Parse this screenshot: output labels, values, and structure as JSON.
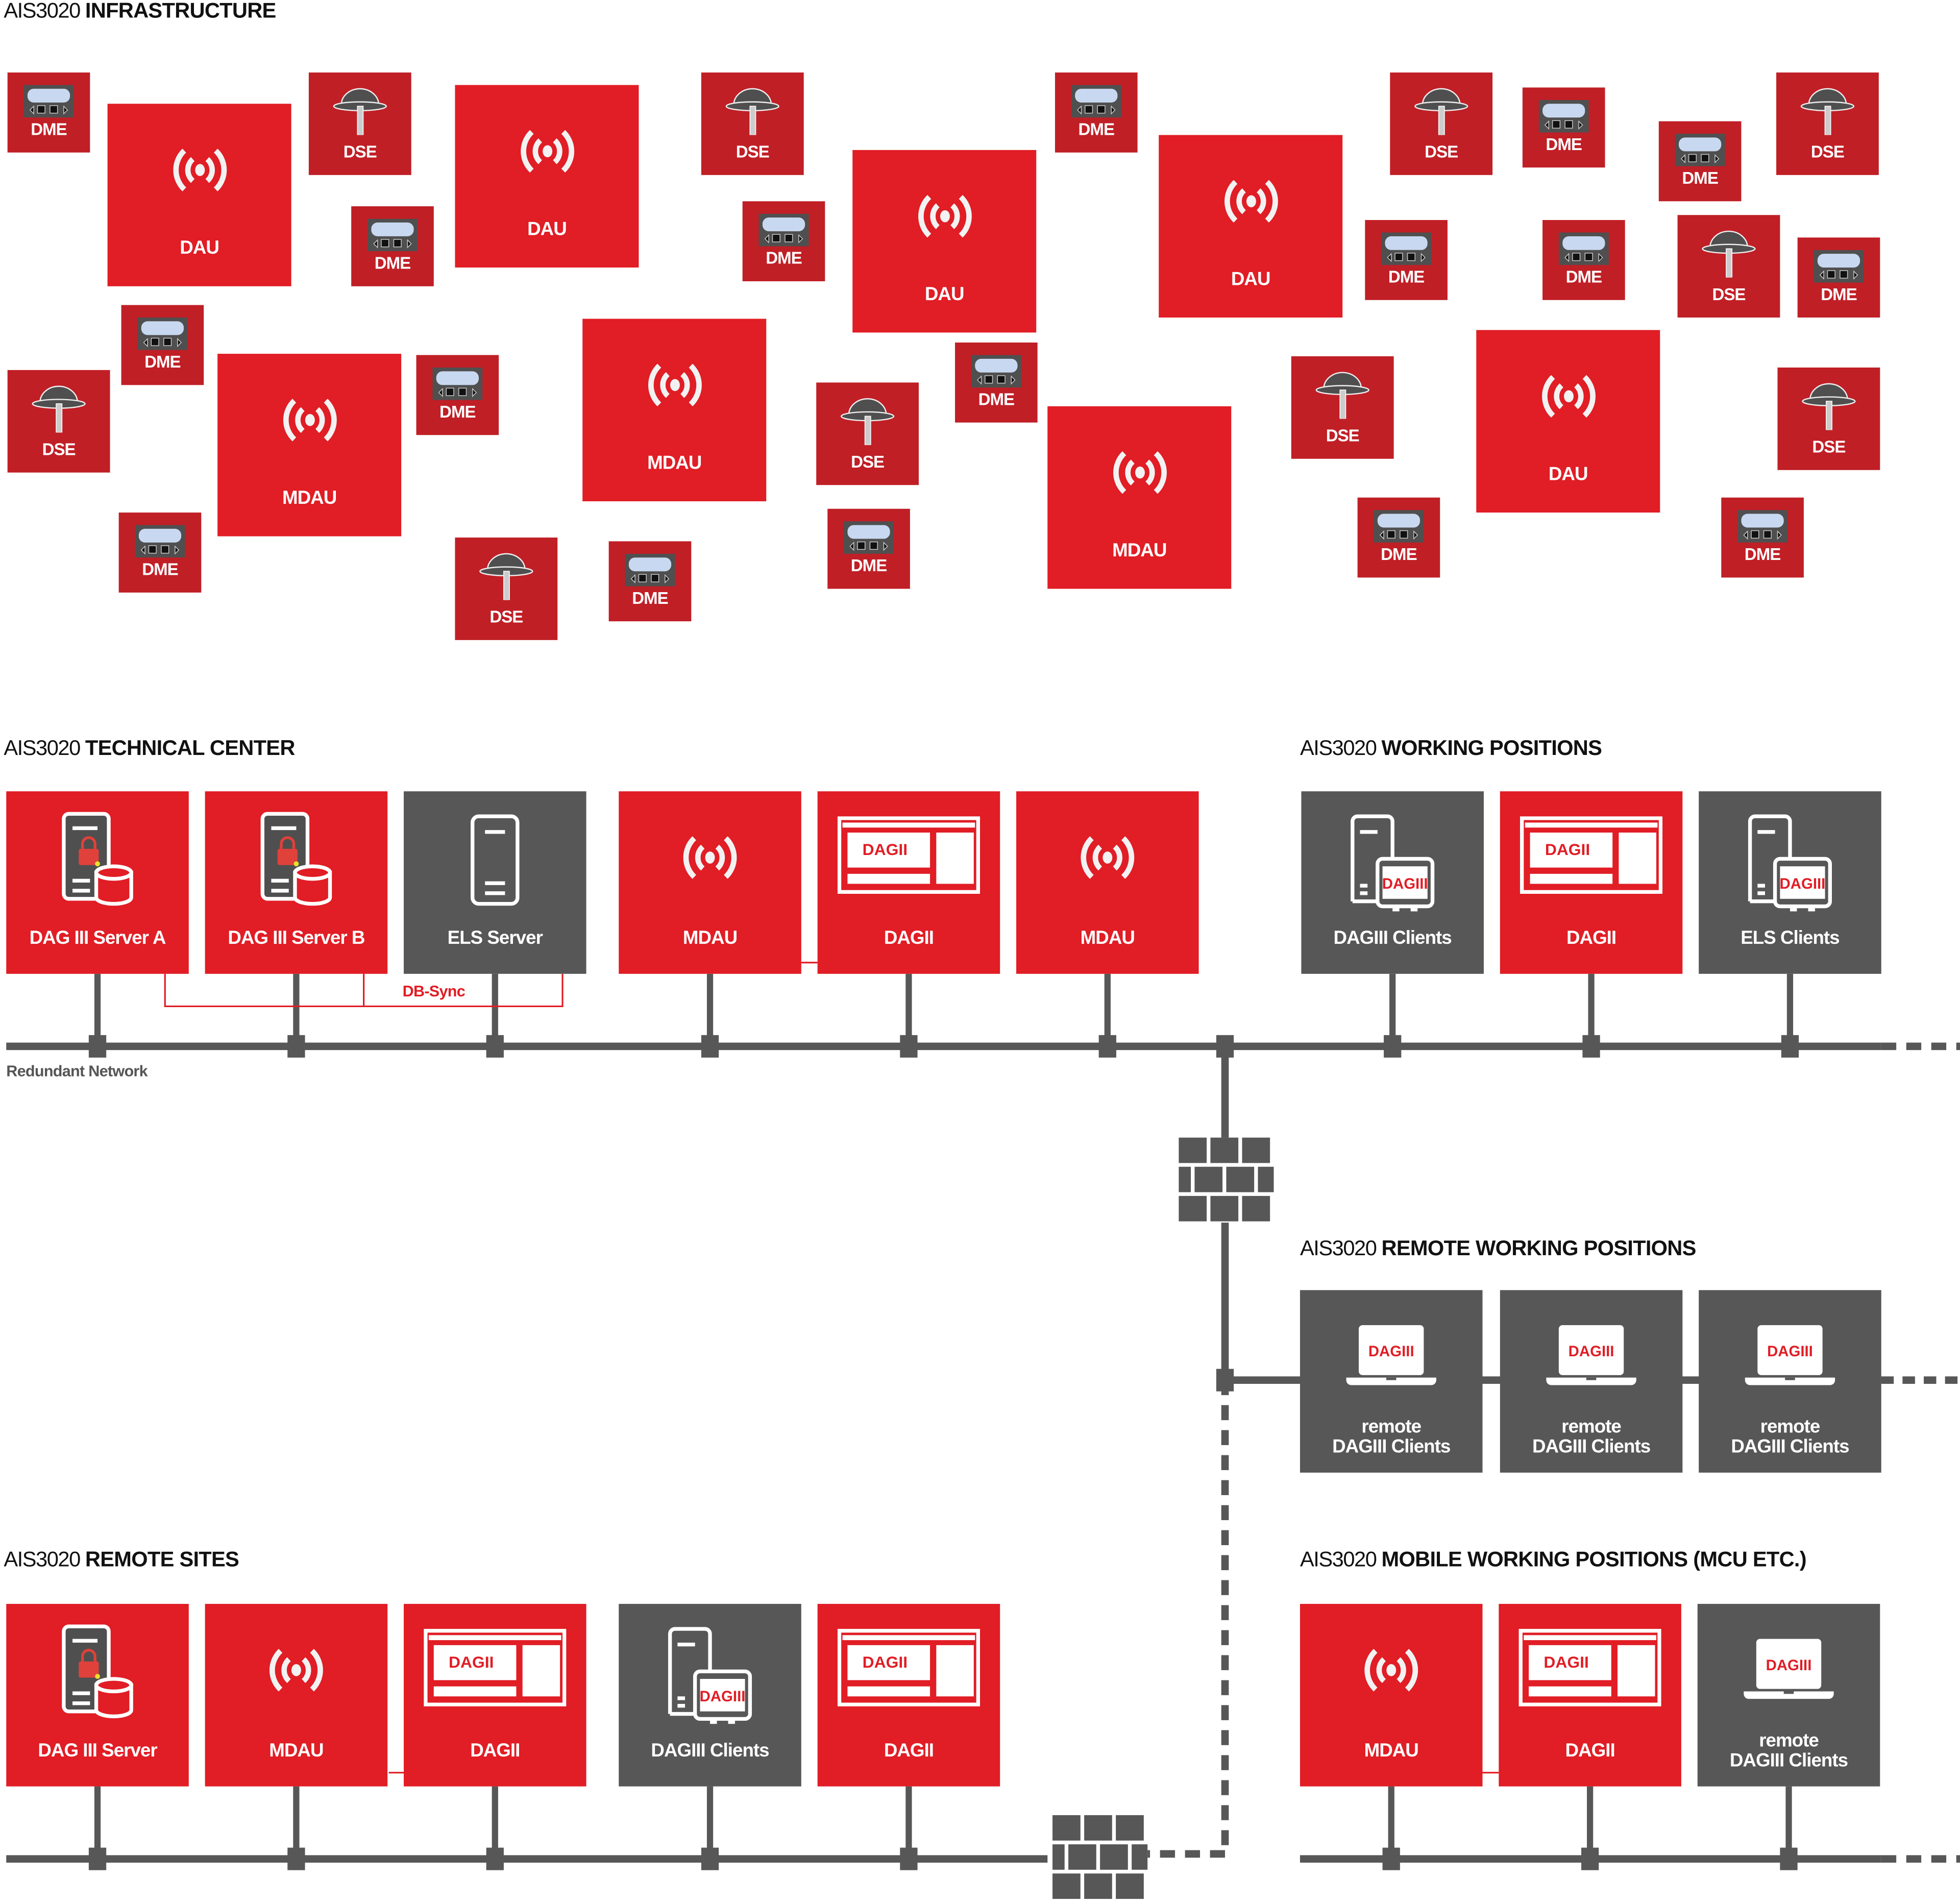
{
  "colors": {
    "red": "#e11d25",
    "dark_red": "#c01f26",
    "gray": "#575757",
    "line": "#575757"
  },
  "infrastructure": {
    "title_prefix": "AIS3020",
    "title_bold": "INFRASTRUCTURE",
    "nodes": [
      {
        "type": "dme",
        "label": "DME"
      },
      {
        "type": "dau",
        "label": "DAU"
      },
      {
        "type": "dse",
        "label": "DSE"
      },
      {
        "type": "dau",
        "label": "DAU"
      },
      {
        "type": "dse",
        "label": "DSE"
      },
      {
        "type": "dme",
        "label": "DME"
      },
      {
        "type": "dme",
        "label": "DME"
      },
      {
        "type": "dme",
        "label": "DME"
      },
      {
        "type": "dau",
        "label": "DAU"
      },
      {
        "type": "dau",
        "label": "DAU"
      },
      {
        "type": "dse",
        "label": "DSE"
      },
      {
        "type": "dme",
        "label": "DME"
      },
      {
        "type": "dme",
        "label": "DME"
      },
      {
        "type": "dse",
        "label": "DSE"
      },
      {
        "type": "dme",
        "label": "DME"
      },
      {
        "type": "dme",
        "label": "DME"
      },
      {
        "type": "dse",
        "label": "DSE"
      },
      {
        "type": "dme",
        "label": "DME"
      },
      {
        "type": "dme",
        "label": "DME"
      },
      {
        "type": "dse",
        "label": "DSE"
      },
      {
        "type": "dau",
        "label": "MDAU"
      },
      {
        "type": "dme",
        "label": "DME"
      },
      {
        "type": "dau",
        "label": "MDAU"
      },
      {
        "type": "dme",
        "label": "DME"
      },
      {
        "type": "dse",
        "label": "DSE"
      },
      {
        "type": "dse",
        "label": "DSE"
      },
      {
        "type": "dau",
        "label": "DAU"
      },
      {
        "type": "dse",
        "label": "DSE"
      },
      {
        "type": "dau",
        "label": "MDAU"
      },
      {
        "type": "dme",
        "label": "DME"
      },
      {
        "type": "dse",
        "label": "DSE"
      },
      {
        "type": "dme",
        "label": "DME"
      },
      {
        "type": "dme",
        "label": "DME"
      },
      {
        "type": "dme",
        "label": "DME"
      },
      {
        "type": "dme",
        "label": "DME"
      }
    ]
  },
  "technical_center": {
    "title_prefix": "AIS3020",
    "title_bold": "TECHNICAL CENTER",
    "nodes": [
      {
        "icon": "server-db",
        "label": "DAG III Server A",
        "color": "red"
      },
      {
        "icon": "server-db",
        "label": "DAG III Server B",
        "color": "red"
      },
      {
        "icon": "server",
        "label": "ELS Server",
        "color": "gray"
      },
      {
        "icon": "radio",
        "label": "MDAU",
        "color": "red"
      },
      {
        "icon": "dagii",
        "label": "DAGII",
        "color": "red"
      },
      {
        "icon": "radio",
        "label": "MDAU",
        "color": "red"
      }
    ],
    "db_sync_label": "DB-Sync",
    "network_label": "Redundant Network"
  },
  "working_positions": {
    "title_prefix": "AIS3020",
    "title_bold": "WORKING POSITIONS",
    "nodes": [
      {
        "icon": "client",
        "label": "DAGIII Clients",
        "color": "gray"
      },
      {
        "icon": "dagii",
        "label": "DAGII",
        "color": "red"
      },
      {
        "icon": "client",
        "label": "ELS Clients",
        "color": "gray"
      }
    ]
  },
  "remote_working_positions": {
    "title_prefix": "AIS3020",
    "title_bold": "REMOTE WORKING POSITIONS",
    "nodes": [
      {
        "icon": "laptop",
        "label": "remote\nDAGIII Clients",
        "color": "gray"
      },
      {
        "icon": "laptop",
        "label": "remote\nDAGIII Clients",
        "color": "gray"
      },
      {
        "icon": "laptop",
        "label": "remote\nDAGIII Clients",
        "color": "gray"
      }
    ]
  },
  "remote_sites": {
    "title_prefix": "AIS3020",
    "title_bold": "REMOTE SITES",
    "nodes": [
      {
        "icon": "server-db",
        "label": "DAG III Server",
        "color": "red"
      },
      {
        "icon": "radio",
        "label": "MDAU",
        "color": "red"
      },
      {
        "icon": "dagii",
        "label": "DAGII",
        "color": "red"
      },
      {
        "icon": "client",
        "label": "DAGIII Clients",
        "color": "gray"
      },
      {
        "icon": "dagii",
        "label": "DAGII",
        "color": "red"
      }
    ]
  },
  "mobile_working_positions": {
    "title_prefix": "AIS3020",
    "title_bold": "MOBILE WORKING POSITIONS (MCU ETC.)",
    "nodes": [
      {
        "icon": "radio",
        "label": "MDAU",
        "color": "red"
      },
      {
        "icon": "dagii",
        "label": "DAGII",
        "color": "red"
      },
      {
        "icon": "laptop",
        "label": "remote\nDAGIII Clients",
        "color": "gray"
      }
    ]
  },
  "icon_texts": {
    "dagii": "DAGII",
    "dagiii": "DAGIII"
  }
}
